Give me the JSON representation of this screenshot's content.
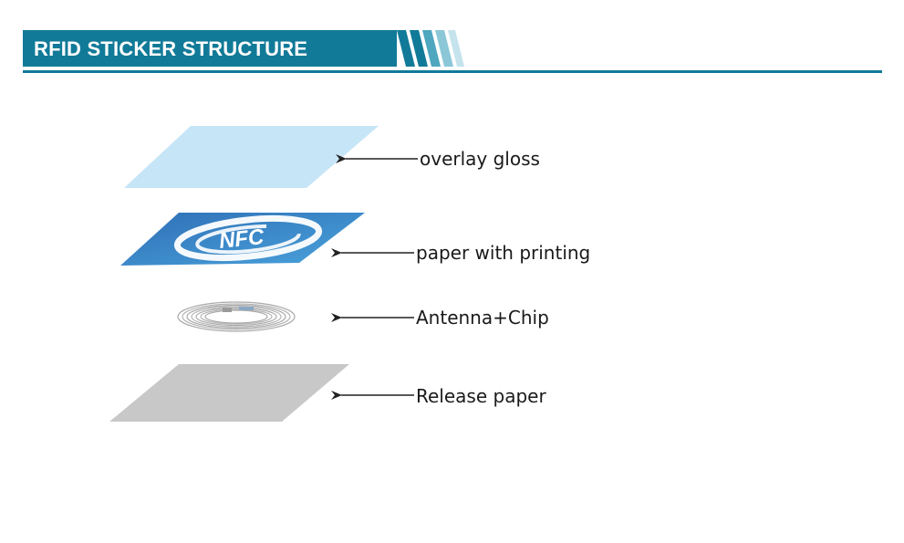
{
  "header": {
    "title": "RFID STICKER STRUCTURE",
    "color": "#117a98"
  },
  "layers": [
    {
      "label": "overlay gloss",
      "color": "#c6e5f7"
    },
    {
      "label": "paper with printing",
      "color": "#3f8ed0",
      "logo": "NFC"
    },
    {
      "label": "Antenna+Chip",
      "color": "#bdbdbd"
    },
    {
      "label": "Release paper",
      "color": "#c8c8c8"
    }
  ]
}
